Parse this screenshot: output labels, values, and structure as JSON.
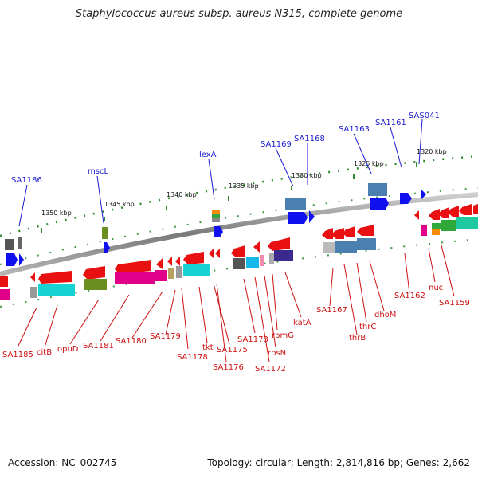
{
  "title": "Staphylococcus aureus subsp. aureus N315, complete genome",
  "footer": {
    "accession": "Accession: NC_002745",
    "summary": "Topology: circular; Length: 2,814,816 bp; Genes: 2,662"
  },
  "colors": {
    "label_top": "#1a1ad0",
    "label_bottom": "#cc1111",
    "backbone": "#888888",
    "tick_green": "#2e8b2e"
  },
  "scale_labels": [
    "1350 kbp",
    "1345 kbp",
    "1340 kbp",
    "1335 kbp",
    "1330 kbp",
    "1325 kbp",
    "1320 kbp"
  ],
  "top_labels": [
    "SA1186",
    "mscL",
    "lexA",
    "SA1169",
    "SA1168",
    "SA1163",
    "SA1161",
    "SAS041"
  ],
  "bottom_labels": [
    "SA1185",
    "citB",
    "opuD",
    "SA1181",
    "SA1180",
    "SA1179",
    "SA1178",
    "tkt",
    "SA1175",
    "SA1176",
    "SA1173",
    "SA1172",
    "rpsN",
    "rpmG",
    "katA",
    "SA1167",
    "thrB",
    "thrC",
    "dhoM",
    "SA1162",
    "nuc",
    "SA1159"
  ]
}
